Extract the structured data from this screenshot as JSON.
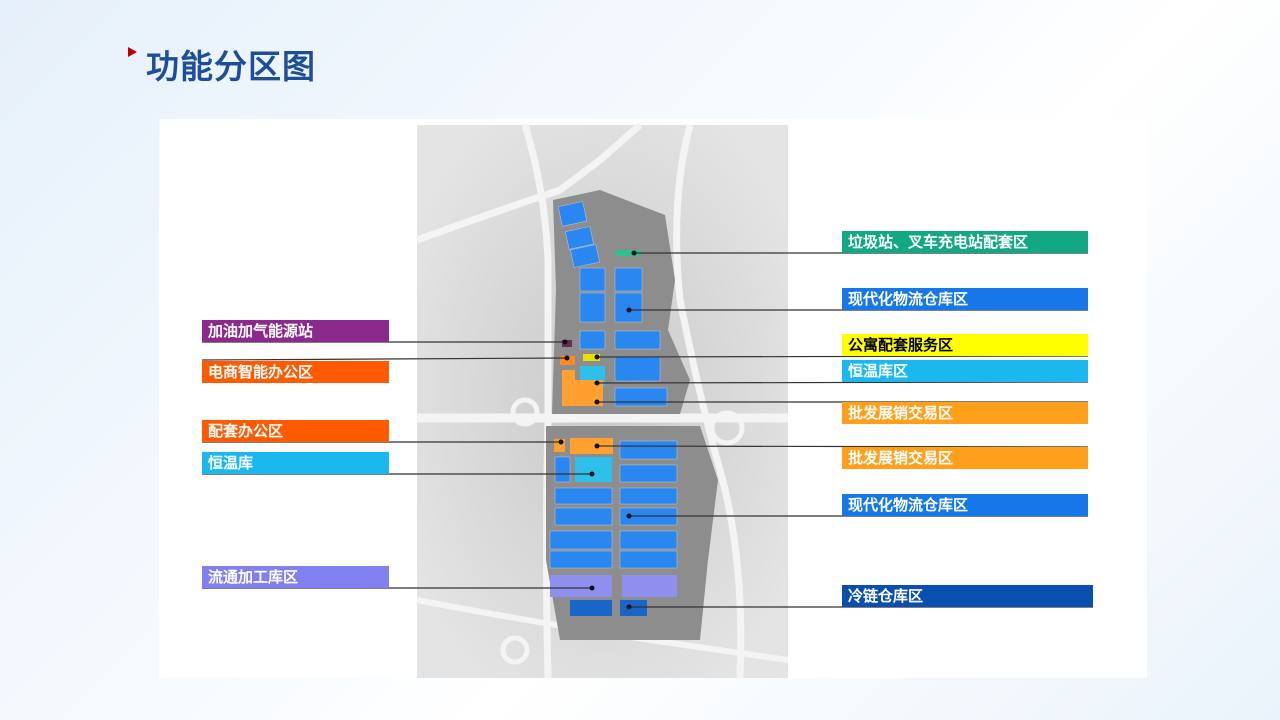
{
  "title": "功能分区图",
  "colors": {
    "title": "#1f4e99",
    "accent": "#c00000"
  },
  "left_labels": [
    {
      "text": "加油加气能源站",
      "color": "#8b2a8a"
    },
    {
      "text": "电商智能办公区",
      "color": "#ff5a00"
    },
    {
      "text": "配套办公区",
      "color": "#ff5a00"
    },
    {
      "text": "恒温库",
      "color": "#1ab8ee"
    },
    {
      "text": "流通加工库区",
      "color": "#8080f0"
    }
  ],
  "right_labels": [
    {
      "text": "垃圾站、叉车充电站配套区",
      "color": "#12a883"
    },
    {
      "text": "现代化物流仓库区",
      "color": "#1577e8"
    },
    {
      "text": "公寓配套服务区",
      "color": "#ffff00"
    },
    {
      "text": "恒温库区",
      "color": "#1ab8ee"
    },
    {
      "text": "批发展销交易区",
      "color": "#ff9f1a"
    },
    {
      "text": "批发展销交易区",
      "color": "#ff9f1a"
    },
    {
      "text": "现代化物流仓库区",
      "color": "#1577e8"
    },
    {
      "text": "冷链仓库区",
      "color": "#0a4fb0"
    }
  ]
}
